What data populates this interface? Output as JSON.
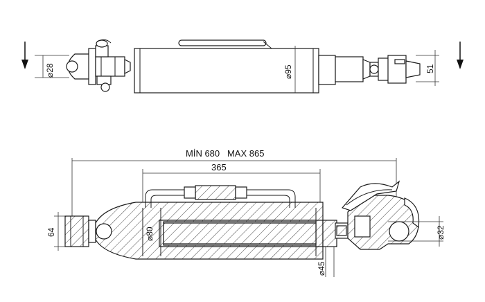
{
  "top_view": {
    "labels": {
      "pin_diameter": "⌀28",
      "cylinder_diameter": "⌀95",
      "hook_height": "51"
    }
  },
  "bottom_view": {
    "labels": {
      "length_range": "MİN 680   MAX 865",
      "cylinder_length": "365",
      "end_height": "64",
      "bore_diameter": "⌀80",
      "rod_diameter": "⌀45",
      "hook_pin_diameter": "⌀32"
    }
  }
}
